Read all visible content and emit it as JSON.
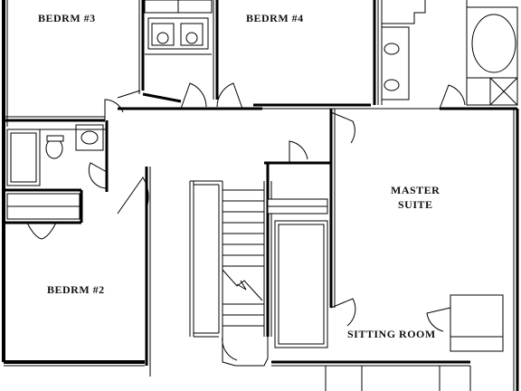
{
  "rooms": {
    "bedrm3": "BEDRM  #3",
    "bedrm4": "BEDRM  #4",
    "bedrm2": "BEDRM  #2",
    "master_line1": "MASTER",
    "master_line2": "SUITE",
    "sitting": "SITTING ROOM"
  },
  "colors": {
    "ink": "#000000",
    "paper": "#ffffff"
  }
}
